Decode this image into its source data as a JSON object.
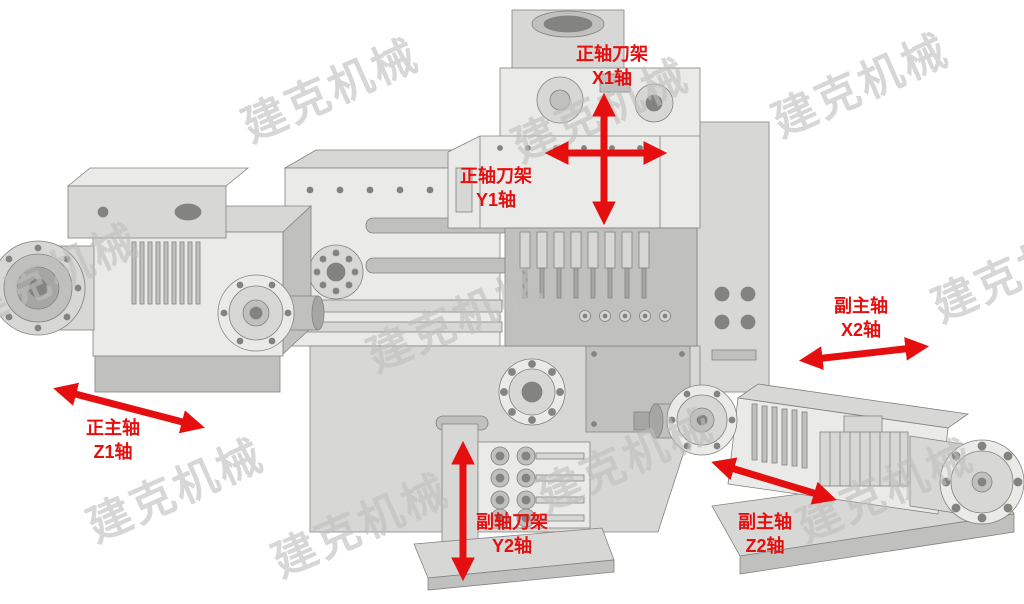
{
  "watermark": {
    "text": "建克机械",
    "color": "#bfbfbf"
  },
  "diagram": {
    "arrow_color": "#e50f0f",
    "labels": {
      "x1": {
        "name": "正轴刀架",
        "axis": "X1轴"
      },
      "y1": {
        "name": "正轴刀架",
        "axis": "Y1轴"
      },
      "x2": {
        "name": "副主轴",
        "axis": "X2轴"
      },
      "z1": {
        "name": "正主轴",
        "axis": "Z1轴"
      },
      "y2": {
        "name": "副轴刀架",
        "axis": "Y2轴"
      },
      "z2": {
        "name": "副主轴",
        "axis": "Z2轴"
      }
    }
  }
}
